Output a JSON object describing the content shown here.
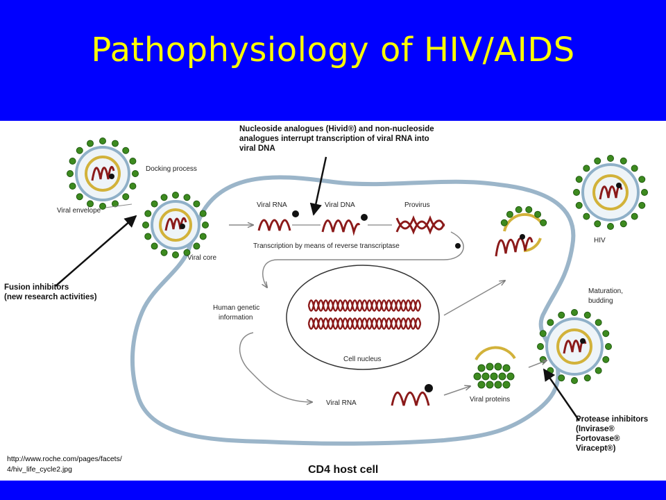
{
  "slide": {
    "title": "Pathophysiology of HIV/AIDS",
    "source_url": "http://www.roche.com/pages/facets/ 4/hiv_life_cycle2.jpg"
  },
  "colors": {
    "background": "#0000ff",
    "title": "#ffff00",
    "virus_spike": "#3d8a1f",
    "viral_rna": "#8b1a1a",
    "capsid": "#d2b23a"
  },
  "diagram": {
    "labels": {
      "docking": "Docking process",
      "viral_envelope": "Viral envelope",
      "viral_core": "Viral core",
      "viral_rna_top": "Viral RNA",
      "viral_dna": "Viral DNA",
      "provirus": "Provirus",
      "transcription": "Transcription by means of reverse transcriptase",
      "human_genetic_1": "Human genetic",
      "human_genetic_2": "information",
      "cell_nucleus": "Cell nucleus",
      "viral_rna_bottom": "Viral RNA",
      "viral_proteins": "Viral proteins",
      "hiv": "HIV",
      "maturation_1": "Maturation,",
      "maturation_2": "budding",
      "cd4": "CD4 host cell"
    },
    "callouts": {
      "nucleoside_1": "Nucleoside analogues (Hivid®) and non-nucleoside",
      "nucleoside_2": "analogues interrupt transcription of viral RNA into",
      "nucleoside_3": "viral DNA",
      "fusion_1": "Fusion inhibitors",
      "fusion_2": "(new research activities)",
      "protease_1": "Protease inhibitors",
      "protease_2": "(Invirase®",
      "protease_3": "Fortovase®",
      "protease_4": "Viracept®)"
    }
  }
}
